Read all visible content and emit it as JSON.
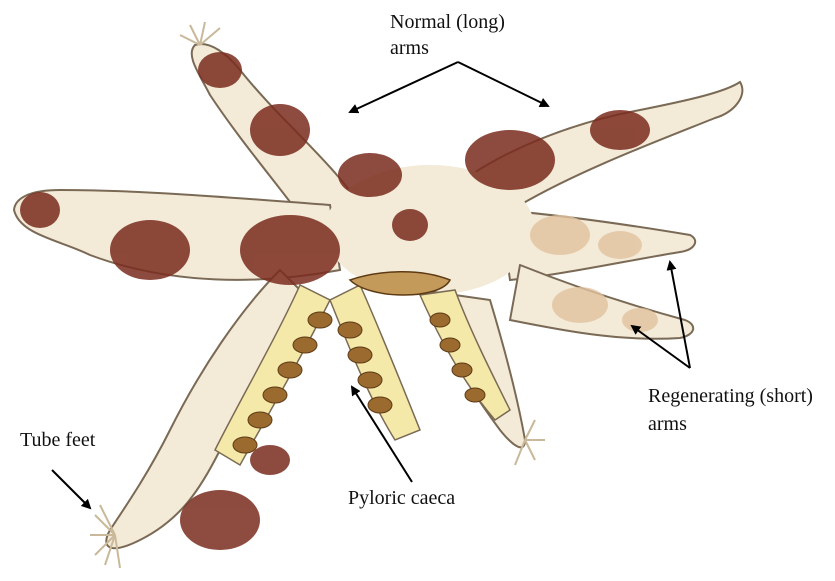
{
  "figure": {
    "labels": {
      "normal_arms_line1": "Normal (long)",
      "normal_arms_line2": "arms",
      "regenerating_line1": "Regenerating (short)",
      "regenerating_line2": "arms",
      "tube_feet": "Tube feet",
      "pyloric_caeca": "Pyloric caeca"
    },
    "colors": {
      "body": "#f3ead8",
      "body_outline": "#7a6a55",
      "spots": "#7a2c1e",
      "spots_mid": "#a8543f",
      "regen_spots": "#e2c39f",
      "cavity": "#f4e9a8",
      "caeca": "#9a6a2f",
      "caeca_dark": "#5e3a14",
      "arrow": "#000000"
    }
  }
}
